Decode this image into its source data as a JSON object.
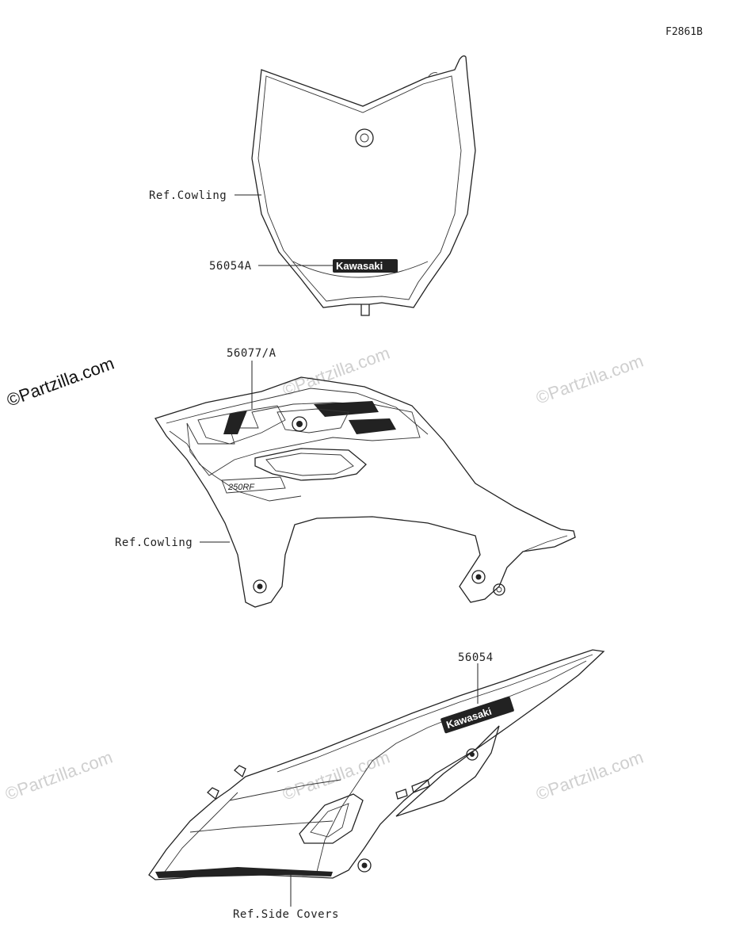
{
  "figure_code": "F2861B",
  "labels": {
    "front_ref": "Ref.Cowling",
    "front_part": "56054A",
    "shroud_part": "56077/A",
    "shroud_ref": "Ref.Cowling",
    "side_part": "56054",
    "side_ref": "Ref.Side Covers"
  },
  "logo": {
    "front": "Kawasaki",
    "side": "Kawasaki"
  },
  "watermarks": {
    "main": "©Partzilla.com",
    "faint": "©Partzilla.com"
  }
}
